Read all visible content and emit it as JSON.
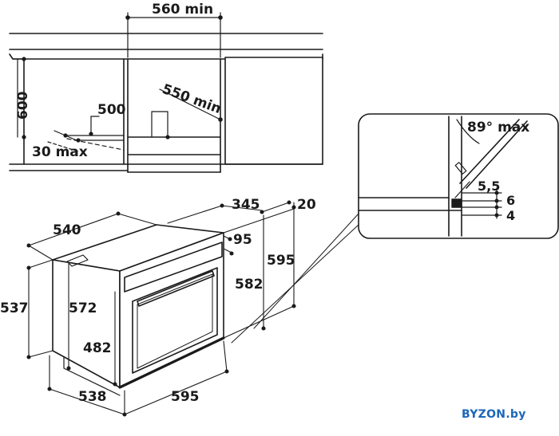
{
  "labels": {
    "width_min": "560 min",
    "depth_min": "550 min",
    "height_600": "600",
    "shelf_500": "500",
    "gap_30": "30 max",
    "angle": "89° max",
    "d_5_5": "5,5",
    "d_6": "6",
    "d_4": "4",
    "d_540": "540",
    "d_345": "345",
    "d_20": "20",
    "d_95": "95",
    "d_595_h": "595",
    "d_582": "582",
    "d_537": "537",
    "d_572": "572",
    "d_482": "482",
    "d_538": "538",
    "d_595_w": "595"
  },
  "watermark": {
    "brand": "BYZON",
    "tld": ".by"
  }
}
